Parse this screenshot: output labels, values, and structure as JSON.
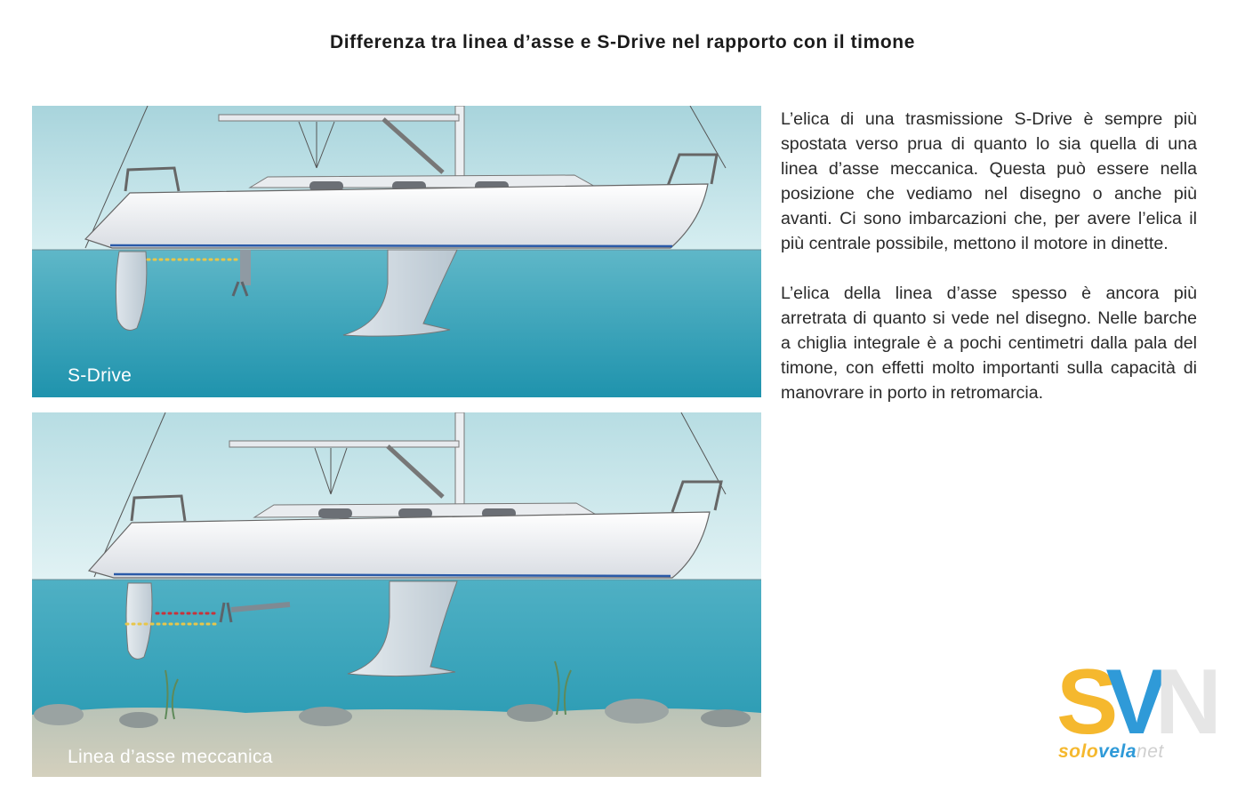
{
  "title": "Differenza tra linea d’asse e S-Drive nel rapporto con il timone",
  "panels": {
    "top": {
      "label": "S-Drive"
    },
    "bottom": {
      "label": "Linea d’asse meccanica"
    }
  },
  "paragraphs": [
    "L’elica di una trasmissione S-Drive è sempre più spostata verso prua di quanto lo sia quella di una linea d’asse meccanica. Questa può essere nella posizione che vediamo nel disegno o anche più avanti. Ci sono imbarcazioni che, per avere l’elica il più centrale possibile, mettono il motore in dinette.",
    "L’elica della linea d’asse spesso è ancora più arretrata di quanto si vede nel disegno. Nelle barche a chiglia integrale è a pochi centimetri dalla pala del timone, con effetti molto importanti sulla capacità di manovrare in porto in retromarcia."
  ],
  "logo": {
    "letter_s": "S",
    "letter_v": "V",
    "letter_n": "N",
    "word_1": "solo",
    "word_2": "vela",
    "word_3": "net",
    "colors": {
      "yellow": "#f5b82e",
      "blue": "#2f9ad8",
      "grey": "#e6e6e6"
    }
  },
  "colors": {
    "sky": "#bfe0e6",
    "water": "#3fa3b8",
    "hull": "#f2f3f5",
    "waterline": "#2a5aa8",
    "dots_yellow": "#e8c64a",
    "dots_red": "#c8323a"
  }
}
